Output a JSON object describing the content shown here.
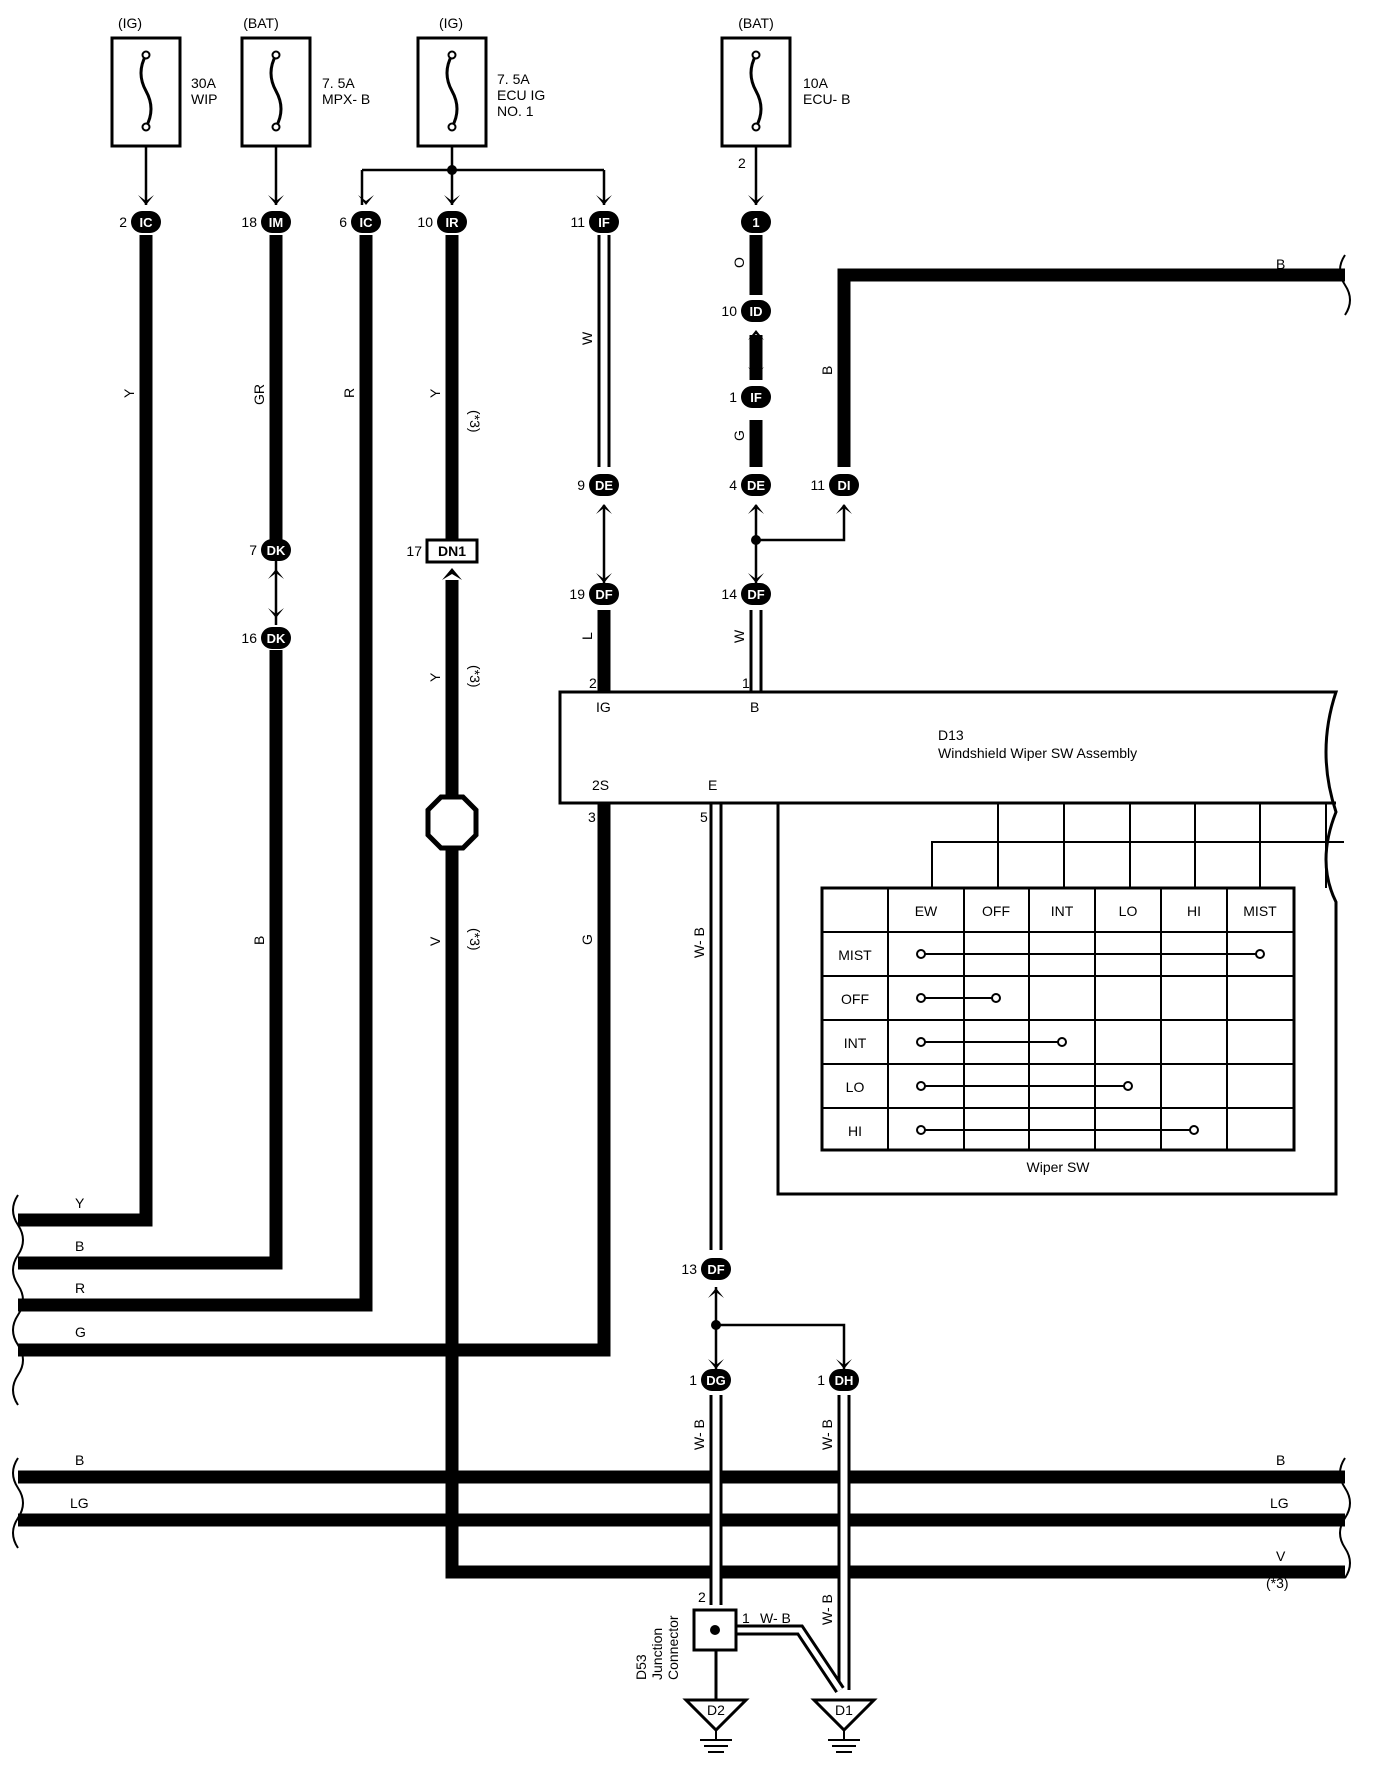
{
  "fuses": [
    {
      "source": "(IG)",
      "rating": "30A",
      "name": "WIP",
      "name2": ""
    },
    {
      "source": "(BAT)",
      "rating": "7. 5A",
      "name": "MPX- B",
      "name2": ""
    },
    {
      "source": "(IG)",
      "rating": "7. 5A",
      "name": "ECU IG",
      "name2": "NO. 1"
    },
    {
      "source": "(BAT)",
      "rating": "10A",
      "name": "ECU- B",
      "name2": ""
    }
  ],
  "connectors": {
    "ic1": {
      "pin": "2",
      "code": "IC"
    },
    "im": {
      "pin": "18",
      "code": "IM"
    },
    "ic2": {
      "pin": "6",
      "code": "IC"
    },
    "ir": {
      "pin": "10",
      "code": "IR"
    },
    "if1": {
      "pin": "11",
      "code": "IF"
    },
    "c1": {
      "pin": "",
      "code": "1"
    },
    "id": {
      "pin": "10",
      "code": "ID"
    },
    "if2": {
      "pin": "1",
      "code": "IF"
    },
    "de1": {
      "pin": "9",
      "code": "DE"
    },
    "de2": {
      "pin": "4",
      "code": "DE"
    },
    "di": {
      "pin": "11",
      "code": "DI"
    },
    "dk1": {
      "pin": "7",
      "code": "DK"
    },
    "dk2": {
      "pin": "16",
      "code": "DK"
    },
    "dn1": {
      "pin": "17",
      "code": "DN1"
    },
    "df1": {
      "pin": "19",
      "code": "DF"
    },
    "df2": {
      "pin": "14",
      "code": "DF"
    },
    "df3": {
      "pin": "13",
      "code": "DF"
    },
    "dg": {
      "pin": "1",
      "code": "DG"
    },
    "dh": {
      "pin": "1",
      "code": "DH"
    }
  },
  "fuse_pin_ecub": "2",
  "wire_colors": {
    "y1": "Y",
    "gr": "GR",
    "r": "R",
    "y2": "Y",
    "w1": "W",
    "o": "O",
    "b1": "B",
    "g1": "G",
    "b2": "B",
    "y3": "Y",
    "l": "L",
    "w2": "W",
    "v": "V",
    "g2": "G",
    "wb1": "W- B",
    "wb2": "W- B",
    "wb3": "W- B",
    "wb4": "W- B",
    "wb5": "W- B"
  },
  "note_star3": "(*3)",
  "component": {
    "id": "D13",
    "name": "Windshield Wiper SW Assembly",
    "pins": {
      "ig_num": "2",
      "ig": "IG",
      "b_num": "1",
      "b": "B",
      "s2_num": "3",
      "s2": "2S",
      "e_num": "5",
      "e": "E"
    }
  },
  "wiper_table": {
    "title": "Wiper SW",
    "columns": [
      "EW",
      "OFF",
      "INT",
      "LO",
      "HI",
      "MIST"
    ],
    "rows": [
      "MIST",
      "OFF",
      "INT",
      "LO",
      "HI"
    ],
    "connections": [
      {
        "row": 0,
        "from": 0,
        "to": 5
      },
      {
        "row": 1,
        "from": 0,
        "to": 1
      },
      {
        "row": 2,
        "from": 0,
        "to": 2
      },
      {
        "row": 3,
        "from": 0,
        "to": 3
      },
      {
        "row": 4,
        "from": 0,
        "to": 4
      }
    ]
  },
  "left_bus": [
    "Y",
    "B",
    "R",
    "G",
    "B",
    "LG"
  ],
  "right_bus": [
    "B",
    "B",
    "LG",
    "V"
  ],
  "junction": {
    "id": "D53",
    "line2": "Junction",
    "line3": "Connector",
    "pin_top": "2",
    "pin_side": "1"
  },
  "grounds": [
    "D2",
    "D1"
  ]
}
